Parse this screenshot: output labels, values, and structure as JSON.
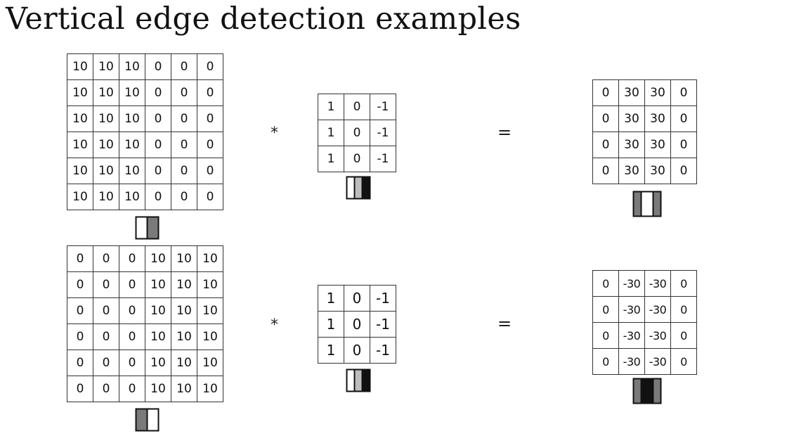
{
  "title": "Vertical edge detection examples",
  "example1": {
    "image": [
      [
        "10",
        "10",
        "10",
        "0",
        "0",
        "0"
      ],
      [
        "10",
        "10",
        "10",
        "0",
        "0",
        "0"
      ],
      [
        "10",
        "10",
        "10",
        "0",
        "0",
        "0"
      ],
      [
        "10",
        "10",
        "10",
        "0",
        "0",
        "0"
      ],
      [
        "10",
        "10",
        "10",
        "0",
        "0",
        "0"
      ],
      [
        "10",
        "10",
        "10",
        "0",
        "0",
        "0"
      ]
    ],
    "filter": [
      [
        "1",
        "0",
        "-1"
      ],
      [
        "1",
        "0",
        "-1"
      ],
      [
        "1",
        "0",
        "-1"
      ]
    ],
    "output": [
      [
        "0",
        "30",
        "30",
        "0"
      ],
      [
        "0",
        "30",
        "30",
        "0"
      ],
      [
        "0",
        "30",
        "30",
        "0"
      ],
      [
        "0",
        "30",
        "30",
        "0"
      ]
    ],
    "op_convolve": "*",
    "op_equals": "="
  },
  "example2": {
    "image": [
      [
        "0",
        "0",
        "0",
        "10",
        "10",
        "10"
      ],
      [
        "0",
        "0",
        "0",
        "10",
        "10",
        "10"
      ],
      [
        "0",
        "0",
        "0",
        "10",
        "10",
        "10"
      ],
      [
        "0",
        "0",
        "0",
        "10",
        "10",
        "10"
      ],
      [
        "0",
        "0",
        "0",
        "10",
        "10",
        "10"
      ],
      [
        "0",
        "0",
        "0",
        "10",
        "10",
        "10"
      ]
    ],
    "filter": [
      [
        "1",
        "0",
        "-1"
      ],
      [
        "1",
        "0",
        "-1"
      ],
      [
        "1",
        "0",
        "-1"
      ]
    ],
    "output": [
      [
        "0",
        "-30",
        "-30",
        "0"
      ],
      [
        "0",
        "-30",
        "-30",
        "0"
      ],
      [
        "0",
        "-30",
        "-30",
        "0"
      ],
      [
        "0",
        "-30",
        "-30",
        "0"
      ]
    ],
    "op_convolve": "*",
    "op_equals": "="
  },
  "colors": {
    "white": "#ffffff",
    "light_gray": "#bdbdbd",
    "mid_gray": "#7a7a7a",
    "black": "#111111"
  }
}
